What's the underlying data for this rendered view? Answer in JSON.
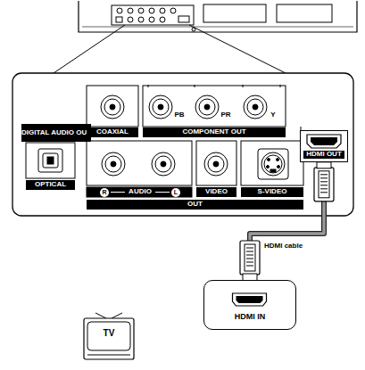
{
  "diagram": {
    "nodes": [
      {
        "text": [
          "HDMI OUT"
        ]
      },
      {
        "text": [
          "TV"
        ]
      },
      {
        "text": [
          "HDMI IN"
        ]
      }
    ],
    "edges": [
      {
        "from": 0,
        "to": 2,
        "label": "HDMI cable",
        "arrow": "none"
      }
    ],
    "labels": [
      "DIGITAL AUDIO OUT",
      "COAXIAL",
      "COMPONENT OUT",
      "PB",
      "PR",
      "Y",
      "OPTICAL",
      "R",
      "AUDIO",
      "L",
      "VIDEO",
      "S-VIDEO",
      "OUT"
    ]
  }
}
